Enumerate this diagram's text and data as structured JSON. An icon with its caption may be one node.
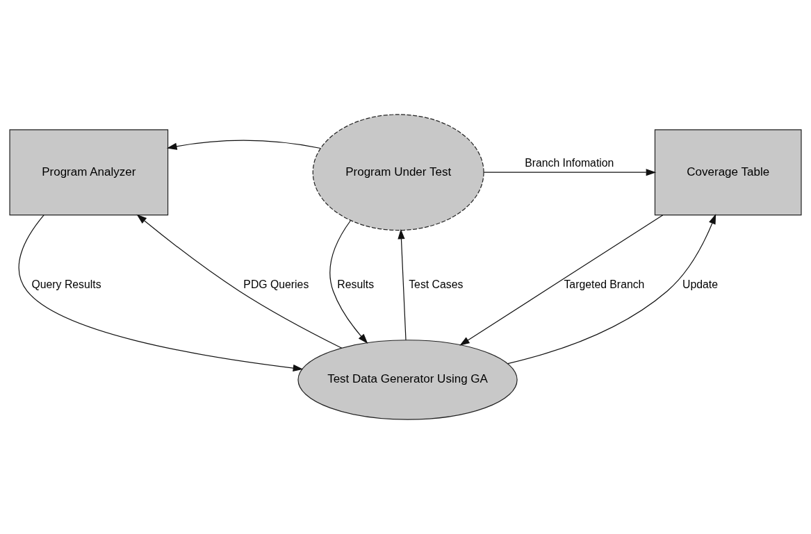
{
  "diagram": {
    "nodes": [
      {
        "text": [
          "Program Analyzer"
        ]
      },
      {
        "text": [
          "Program Under Test"
        ]
      },
      {
        "text": [
          "Coverage Table"
        ]
      },
      {
        "text": [
          "Test Data Generator Using GA"
        ]
      }
    ],
    "edges": [
      {
        "from": 1,
        "to": 2,
        "arrow": "to",
        "label": "Branch Infomation"
      },
      {
        "from": 1,
        "to": 0,
        "arrow": "to"
      },
      {
        "from": 0,
        "to": 3,
        "arrow": "to",
        "label": "Query Results"
      },
      {
        "from": 3,
        "to": 0,
        "arrow": "to",
        "label": "PDG Queries"
      },
      {
        "from": 1,
        "to": 3,
        "arrow": "to",
        "label": "Results"
      },
      {
        "from": 3,
        "to": 1,
        "arrow": "to",
        "label": "Test Cases"
      },
      {
        "from": 2,
        "to": 3,
        "arrow": "to",
        "label": "Targeted Branch"
      },
      {
        "from": 3,
        "to": 2,
        "arrow": "to",
        "label": "Update"
      }
    ]
  }
}
